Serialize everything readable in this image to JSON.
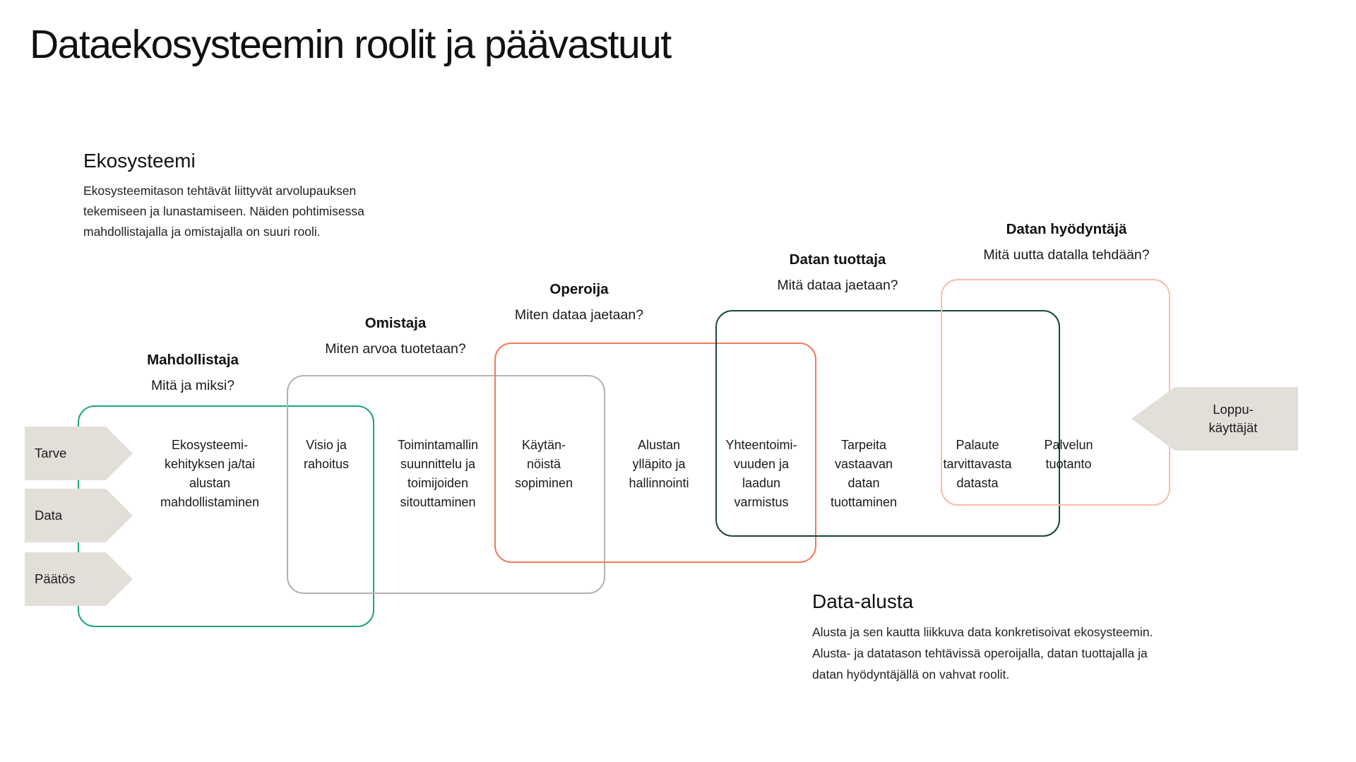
{
  "title": "Dataekosysteemin roolit ja päävastuut",
  "sections": {
    "ecosystem": {
      "heading": "Ekosysteemi",
      "body": "Ekosysteemitason tehtävät liittyvät arvolupauksen tekemiseen ja lunastamiseen. Näiden pohtimisessa mahdollistajalla ja omistajalla on suuri rooli."
    },
    "data_platform": {
      "heading": "Data-alusta",
      "body": "Alusta ja sen kautta liikkuva data konkretisoivat ekosysteemin. Alusta- ja datatason tehtävissä operoijalla, datan tuottajalla ja datan hyödyntäjällä on vahvat roolit."
    }
  },
  "roles": [
    {
      "name": "Mahdollistaja",
      "question": "Mitä ja miksi?"
    },
    {
      "name": "Omistaja",
      "question": "Miten arvoa tuotetaan?"
    },
    {
      "name": "Operoija",
      "question": "Miten dataa jaetaan?"
    },
    {
      "name": "Datan tuottaja",
      "question": "Mitä dataa jaetaan?"
    },
    {
      "name": "Datan hyödyntäjä",
      "question": "Mitä uutta datalla tehdään?"
    }
  ],
  "tasks": [
    {
      "lines": [
        "Ekosysteemi-",
        "kehityksen ja/tai",
        "alustan",
        "mahdollistaminen"
      ]
    },
    {
      "lines": [
        "Visio ja",
        "rahoitus"
      ]
    },
    {
      "lines": [
        "Toimintamallin",
        "suunnittelu ja",
        "toimijoiden",
        "sitouttaminen"
      ]
    },
    {
      "lines": [
        "Käytän-",
        "nöistä",
        "sopiminen"
      ]
    },
    {
      "lines": [
        "Alustan",
        "ylläpito ja",
        "hallinnointi"
      ]
    },
    {
      "lines": [
        "Yhteentoimi-",
        "vuuden ja",
        "laadun",
        "varmistus"
      ]
    },
    {
      "lines": [
        "Tarpeita",
        "vastaavan",
        "datan",
        "tuottaminen"
      ]
    },
    {
      "lines": [
        "Palaute",
        "tarvittavasta",
        "datasta"
      ]
    },
    {
      "lines": [
        "Palvelun",
        "tuotanto"
      ]
    }
  ],
  "inputs": [
    {
      "label": "Tarve"
    },
    {
      "label": "Data"
    },
    {
      "label": "Päätös"
    }
  ],
  "end_users": {
    "lines": [
      "Loppu-",
      "käyttäjät"
    ]
  },
  "colors": {
    "mahdollistaja_box": "#1ba47e",
    "omistaja_box": "#b7b2ac",
    "operoija_box": "#f4795b",
    "datan_tuottaja_box": "#15473f",
    "datan_hyodyntaja_box": "#f9bcac",
    "arrow_fill": "#e2dfd9"
  }
}
